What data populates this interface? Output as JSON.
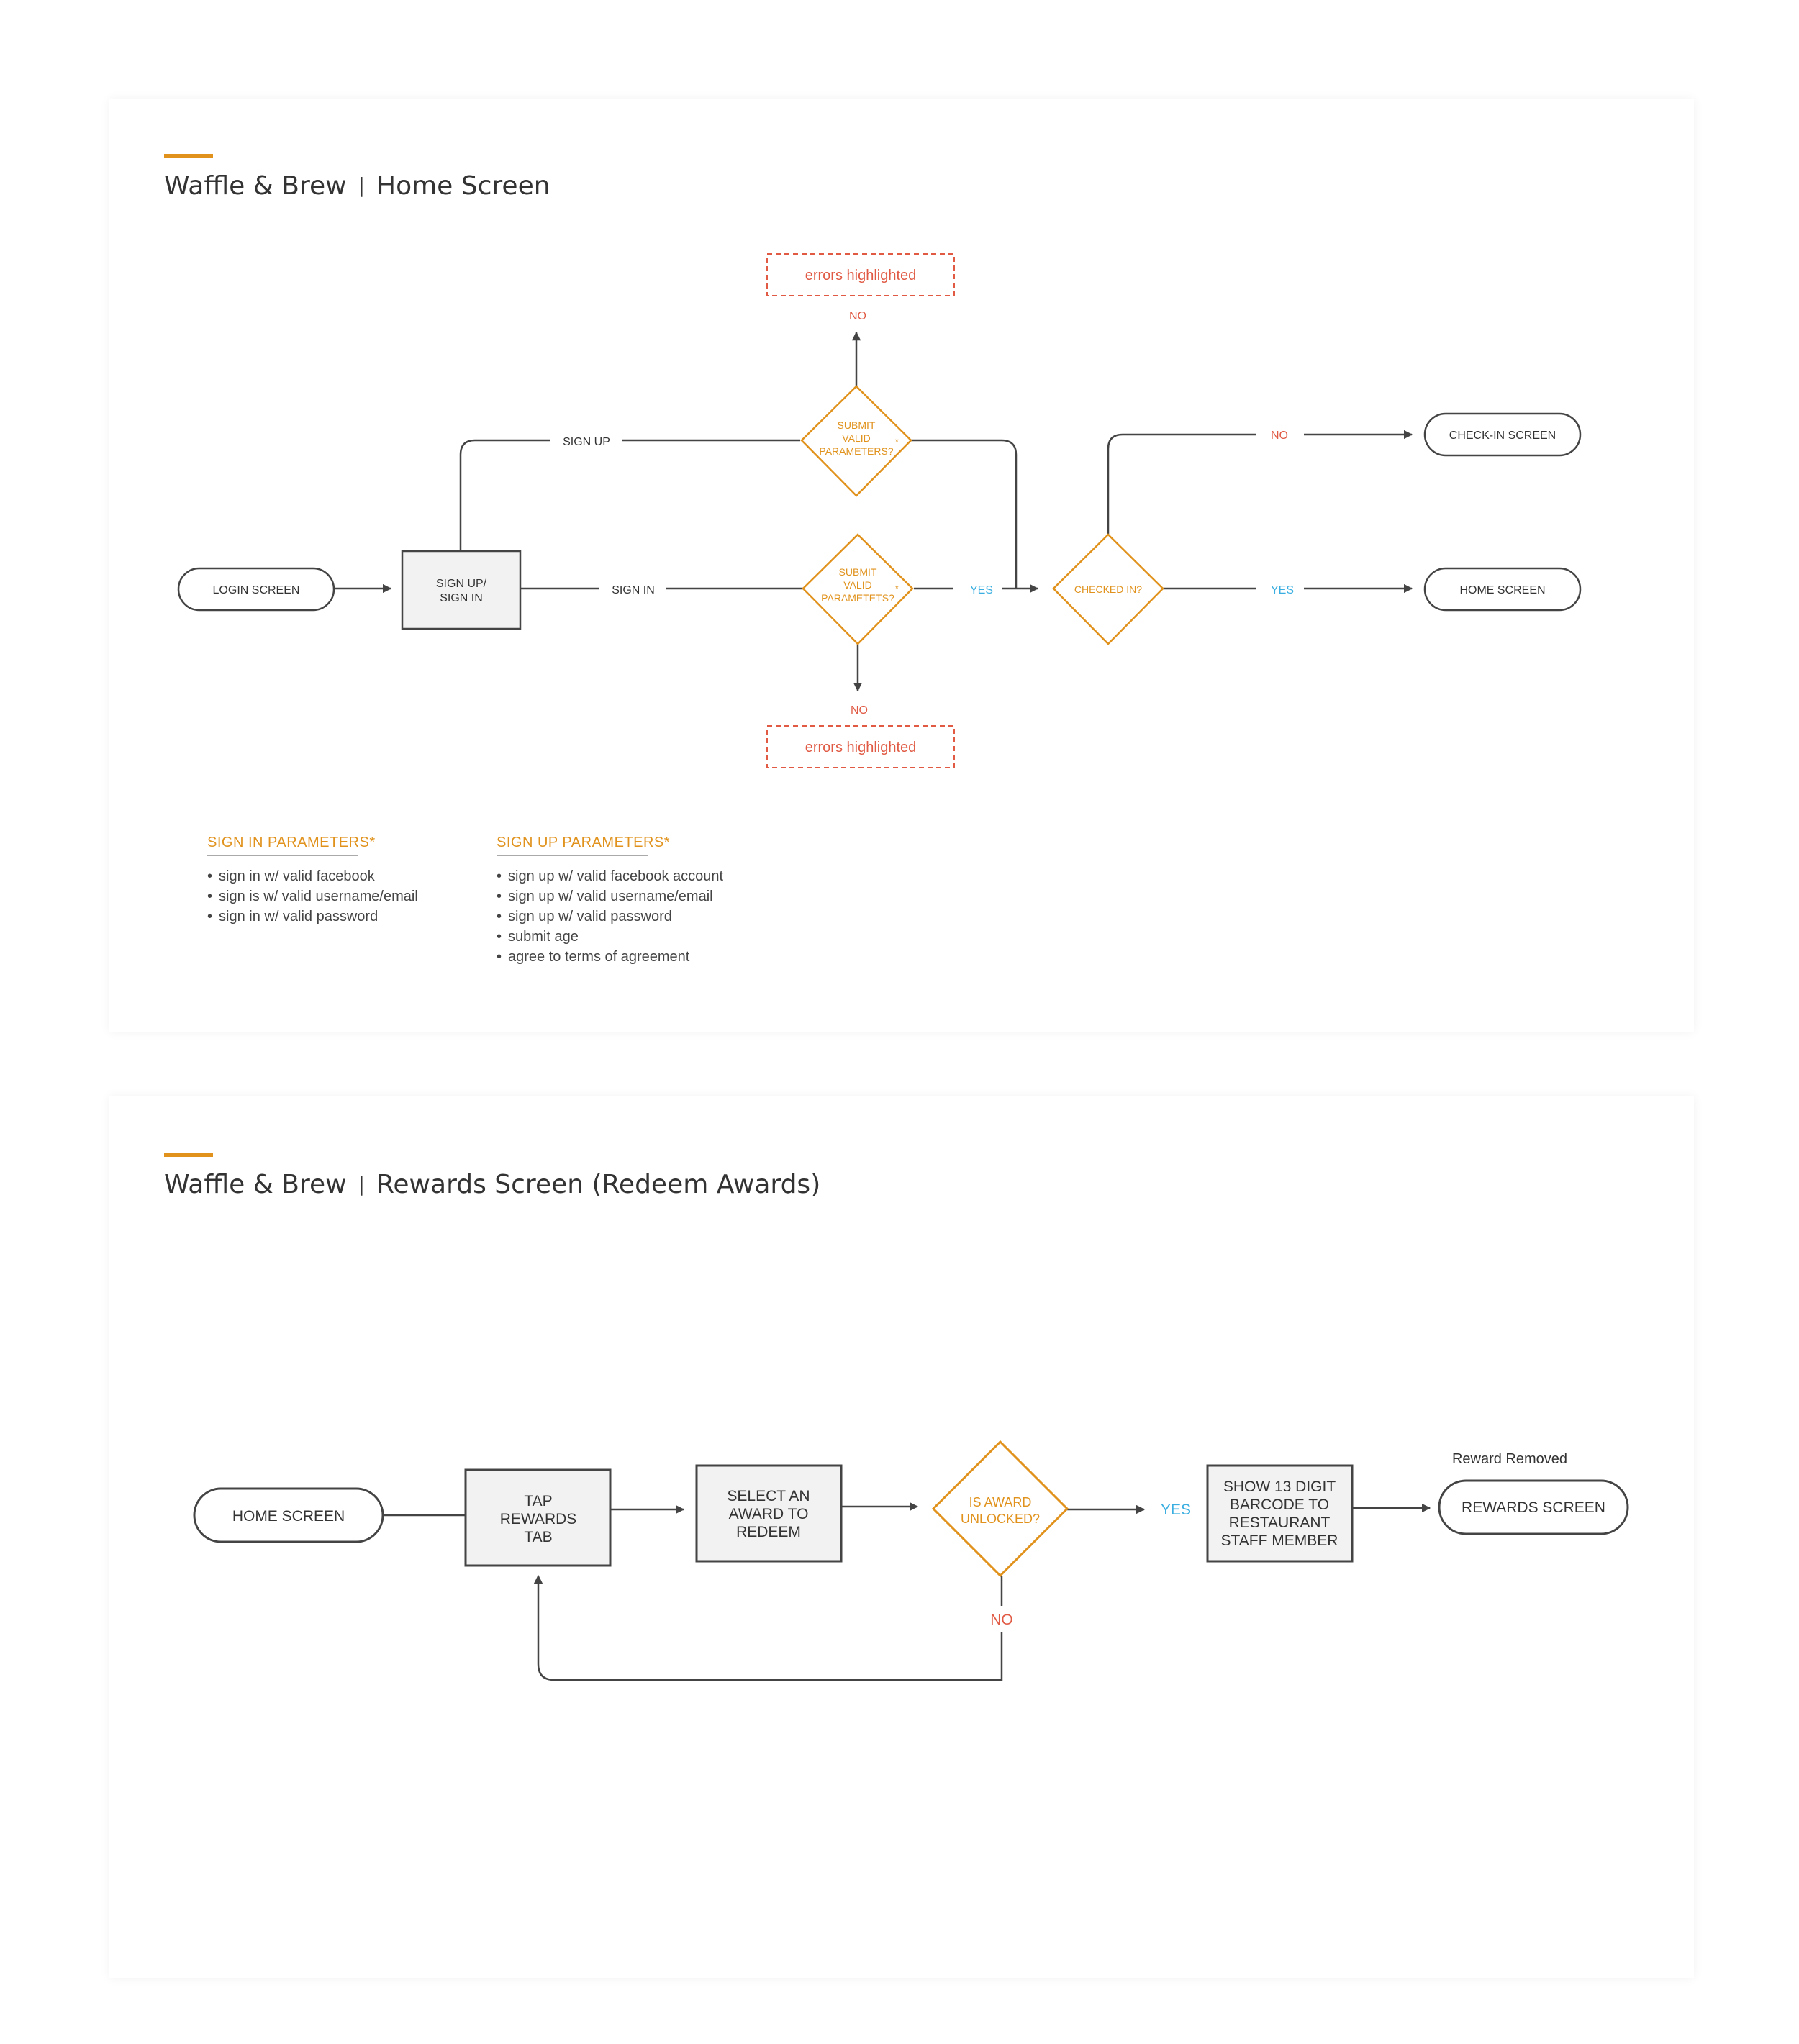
{
  "colors": {
    "accent": "#e0921c",
    "no": "#e05a44",
    "yes": "#3aaee0",
    "stroke": "#444444",
    "box_fill": "#f2f2f2"
  },
  "home_flow": {
    "brand": "Waffle & Brew",
    "separator": "|",
    "screen": "Home Screen",
    "nodes": {
      "login_screen": "LOGIN SCREEN",
      "signup_signin": [
        "SIGN UP/",
        "SIGN IN"
      ],
      "submit_valid": [
        "SUBMIT",
        "VALID",
        "PARAMETERS?"
      ],
      "signin_valid": [
        "SUBMIT",
        "VALID",
        "PARAMETETS?"
      ],
      "checked_in": "CHECKED IN?",
      "checkin_screen": "CHECK-IN SCREEN",
      "home_screen": "HOME SCREEN",
      "errors_top": "errors highlighted",
      "errors_bottom": "errors highlighted"
    },
    "labels": {
      "sign_up": "SIGN UP",
      "sign_in": "SIGN IN",
      "no_top": "NO",
      "no_bottom": "NO",
      "yes_signin": "YES",
      "no_checked": "NO",
      "yes_checked": "YES",
      "asterisk": "*"
    },
    "sign_in_params": {
      "title": "SIGN IN PARAMETERS*",
      "items": [
        "sign in w/ valid facebook",
        "sign is w/ valid username/email",
        "sign in w/ valid password"
      ]
    },
    "sign_up_params": {
      "title": "SIGN UP PARAMETERS*",
      "items": [
        "sign up w/ valid facebook account",
        "sign up w/ valid username/email",
        "sign up w/ valid password",
        "submit age",
        "agree to terms of agreement"
      ]
    }
  },
  "rewards_flow": {
    "brand": "Waffle & Brew",
    "separator": "|",
    "screen": "Rewards Screen (Redeem Awards)",
    "nodes": {
      "home_screen": "HOME SCREEN",
      "tap_rewards": [
        "TAP",
        "REWARDS",
        "TAB"
      ],
      "select_award": [
        "SELECT AN",
        "AWARD TO",
        "REDEEM"
      ],
      "is_unlocked": [
        "IS AWARD",
        "UNLOCKED?"
      ],
      "show_barcode": [
        "SHOW 13 DIGIT",
        "BARCODE TO",
        "RESTAURANT",
        "STAFF MEMBER"
      ],
      "rewards_screen": "REWARDS SCREEN"
    },
    "labels": {
      "yes": "YES",
      "no": "NO",
      "reward_removed": "Reward Removed"
    }
  }
}
